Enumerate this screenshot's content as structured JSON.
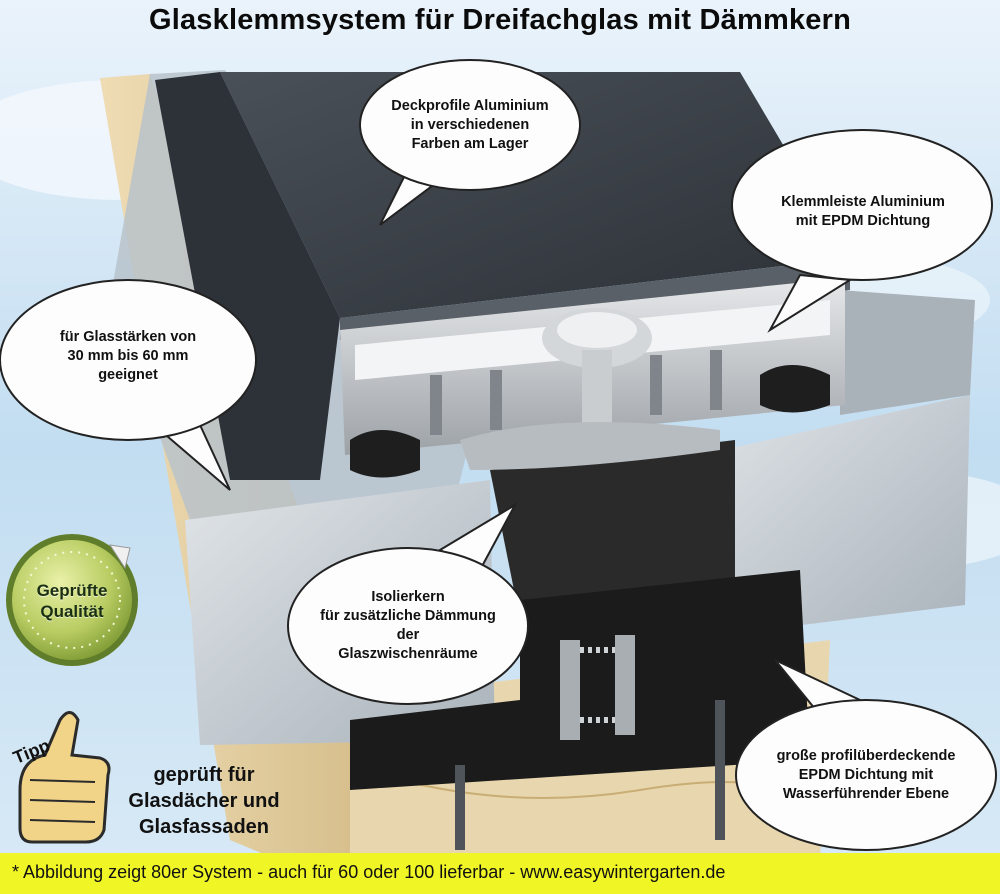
{
  "title": "Glasklemmsystem für Dreifachglas mit Dämmkern",
  "callouts": [
    {
      "id": "deckprofile",
      "lines": [
        "Deckprofile Aluminium",
        "in verschiedenen",
        "Farben am Lager"
      ]
    },
    {
      "id": "klemmleiste",
      "lines": [
        "Klemmleiste Aluminium",
        "mit EPDM Dichtung"
      ]
    },
    {
      "id": "glasstaerken",
      "lines": [
        "für Glasstärken von",
        "30 mm bis 60 mm",
        "geeignet"
      ]
    },
    {
      "id": "isolierkern",
      "lines": [
        "Isolierkern",
        "für zusätzliche Dämmung",
        "der",
        "Glaszwischenräume"
      ]
    },
    {
      "id": "dichtung",
      "lines": [
        "große profilüberdeckende",
        "EPDM Dichtung mit",
        "Wasserführender Ebene"
      ]
    }
  ],
  "badge": {
    "lines": [
      "Geprüfte",
      "Qualität"
    ]
  },
  "tip": {
    "label": "Tipp",
    "lines": [
      "geprüft für",
      "Glasdächer und",
      "Glasfassaden"
    ]
  },
  "footer": {
    "text": "* Abbildung zeigt 80er System - auch für 60 oder 100 lieferbar - www.easywintergarten.de"
  },
  "colors": {
    "footer_bg": "#f0f526",
    "profile_cover": "#3a4047",
    "aluminium": "#b4b8bc",
    "epdm": "#1e1e1e",
    "wood": "#e2cfa2",
    "glass": "#c9d0d6"
  }
}
